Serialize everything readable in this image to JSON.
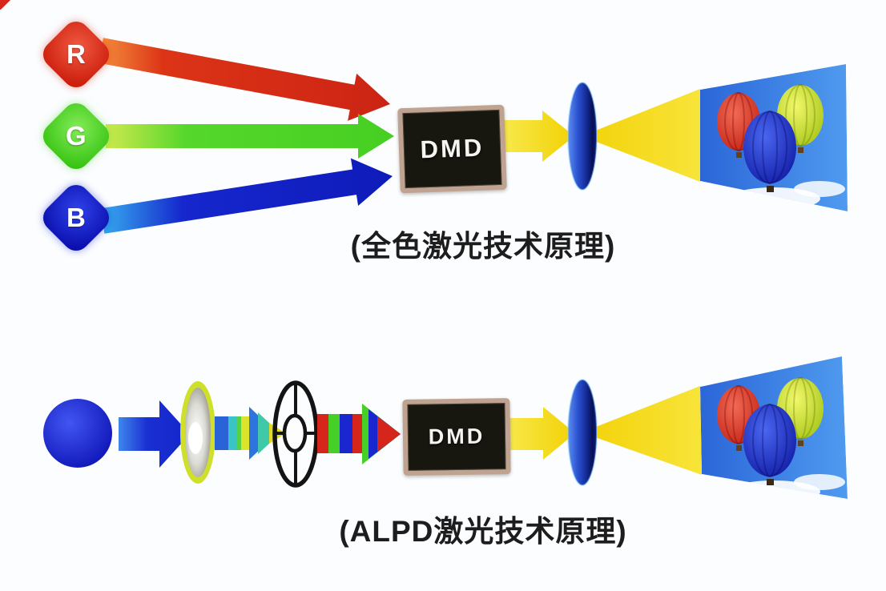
{
  "top_diagram": {
    "caption": "(全色激光技术原理)",
    "dmd_label": "DMD",
    "sources": [
      {
        "label": "R",
        "color": "#cd1f0e"
      },
      {
        "label": "G",
        "color": "#39c414"
      },
      {
        "label": "B",
        "color": "#0b0fae"
      }
    ]
  },
  "bottom_diagram": {
    "caption": "(ALPD激光技术原理)",
    "dmd_label": "DMD"
  },
  "colors": {
    "background": "#fbfdff",
    "beam_yellow": "#f5da10",
    "lens_blue": "#16309f",
    "screen_sky": "#2b66d8",
    "caption_text": "#1d1d1d"
  }
}
